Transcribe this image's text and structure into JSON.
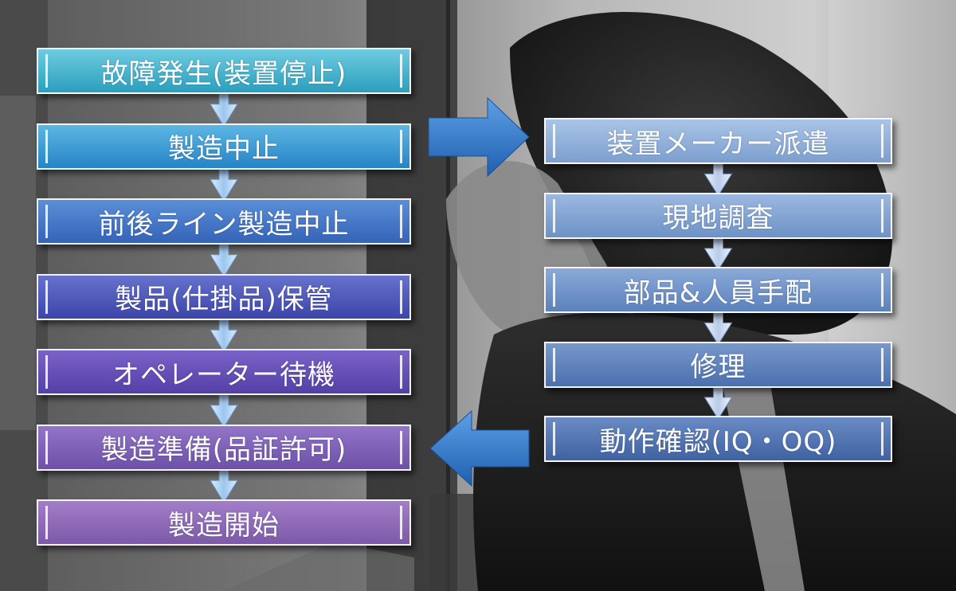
{
  "left_flow": {
    "steps": [
      {
        "label": "故障発生(装置停止)",
        "color_top": "#6fcbe0",
        "color_bottom": "#2a9fbd"
      },
      {
        "label": "製造中止",
        "color_top": "#5cb6e3",
        "color_bottom": "#2784c6"
      },
      {
        "label": "前後ライン製造中止",
        "color_top": "#5a8fd8",
        "color_bottom": "#3563b8"
      },
      {
        "label": "製品(仕掛品)保管",
        "color_top": "#6672cc",
        "color_bottom": "#3c45a8"
      },
      {
        "label": "オペレーター待機",
        "color_top": "#7a62c8",
        "color_bottom": "#5340a6"
      },
      {
        "label": "製造準備(品証許可)",
        "color_top": "#9275c8",
        "color_bottom": "#6d50a8"
      },
      {
        "label": "製造開始",
        "color_top": "#a37dc8",
        "color_bottom": "#7c5aa8"
      }
    ]
  },
  "right_flow": {
    "steps": [
      {
        "label": "装置メーカー派遣",
        "color_top": "#a9c4e6",
        "color_bottom": "#7c9fcf"
      },
      {
        "label": "現地調査",
        "color_top": "#9bb8e0",
        "color_bottom": "#6d92c6"
      },
      {
        "label": "部品&人員手配",
        "color_top": "#8aa9d8",
        "color_bottom": "#5b82bc"
      },
      {
        "label": "修理",
        "color_top": "#7798cc",
        "color_bottom": "#4b70ad"
      },
      {
        "label": "動作確認(IQ・OQ)",
        "color_top": "#6a8bc4",
        "color_bottom": "#3f62a2"
      }
    ]
  },
  "connectors": {
    "left_to_right_color": "#2f73c8",
    "right_to_left_color": "#2f73c8",
    "down_arrow_left": "#9fc6ee",
    "down_arrow_right": "#c8d8f2"
  }
}
